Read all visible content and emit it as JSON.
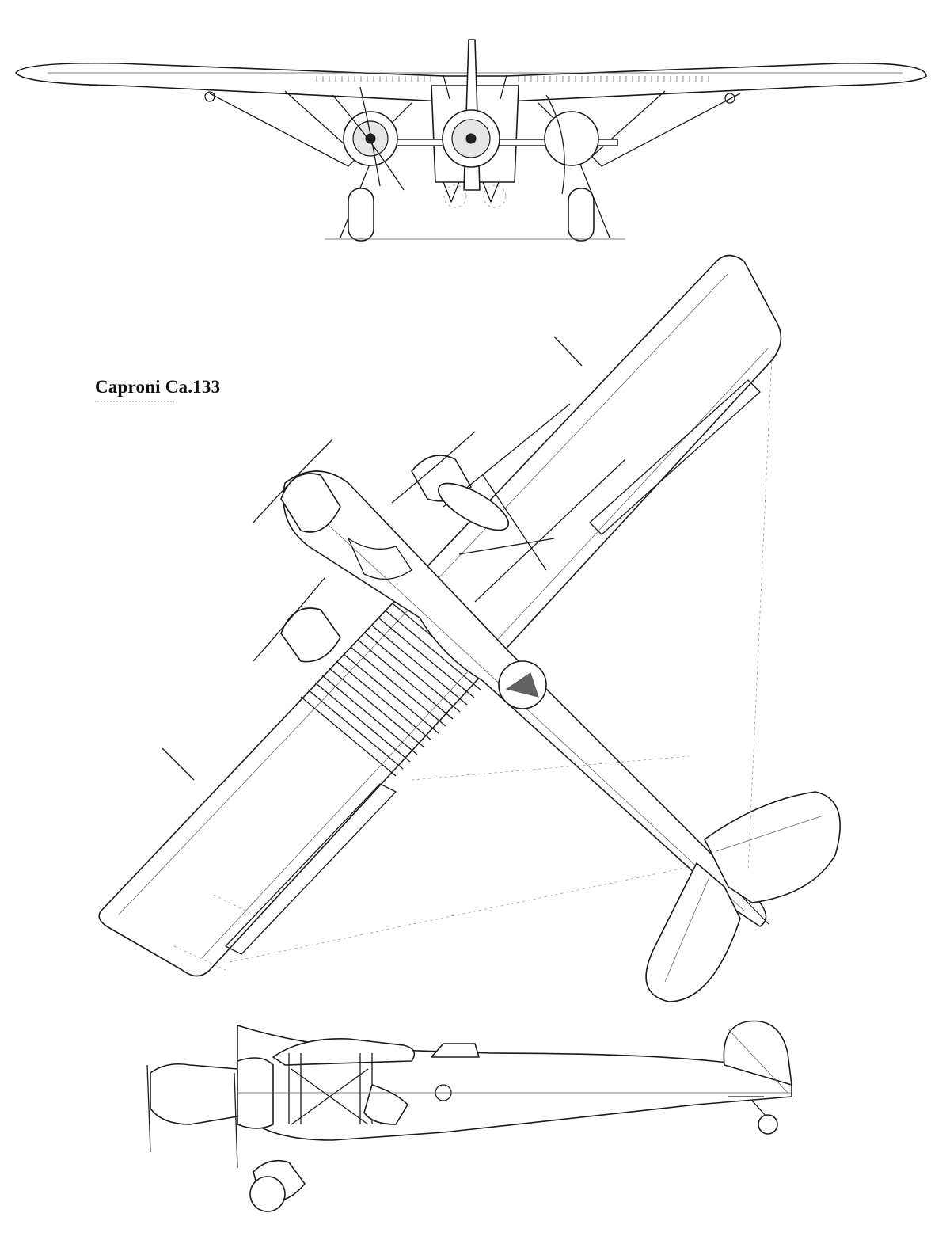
{
  "title": "Caproni Ca.133",
  "views": [
    {
      "name": "front-view"
    },
    {
      "name": "plan-view"
    },
    {
      "name": "side-view"
    }
  ],
  "colors": {
    "line": "#1a1a1a",
    "background": "#ffffff"
  }
}
